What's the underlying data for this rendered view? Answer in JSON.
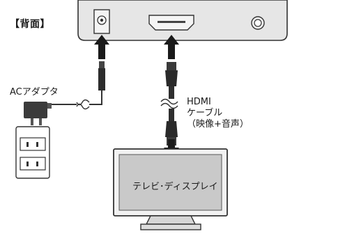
{
  "back_panel": {
    "label": "【背面】",
    "ports": [
      "dc-in",
      "hdmi",
      "av"
    ]
  },
  "ac_adapter": {
    "label": "ACアダプタ"
  },
  "hdmi_cable": {
    "name": "HDMI",
    "line2": "ケーブル",
    "line3": "（映像+音声）"
  },
  "tv": {
    "label": "テレビ･ディスプレイ"
  },
  "colors": {
    "device_fill": "#e6e6e6",
    "outline": "#333333",
    "cable": "#3a3a3a",
    "arrow": "#1a1a1a",
    "screen": "#c9c9c9"
  }
}
